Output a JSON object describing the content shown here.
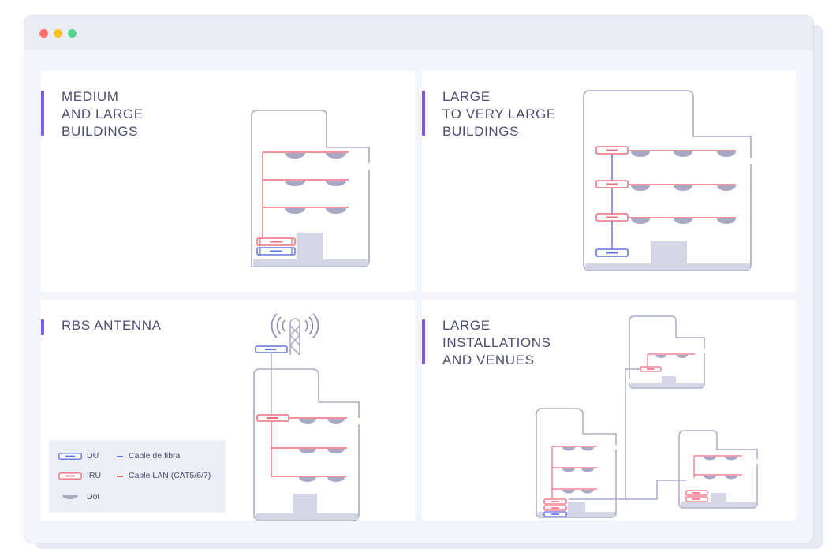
{
  "window": {
    "traffic_lights": [
      "#fe6e6e",
      "#fdc02a",
      "#55d58d"
    ]
  },
  "colors": {
    "accent": "#7b5ce6",
    "du_blue": "#5e72e4",
    "iru_red": "#f26b7d",
    "building_gray": "#a9acc8",
    "dot_gray": "#a7a9c4",
    "floor_fill": "#d4d6e6"
  },
  "panels": {
    "medium": {
      "title": "MEDIUM\nAND LARGE\nBUILDINGS"
    },
    "large": {
      "title": "LARGE\nTO VERY LARGE\nBUILDINGS"
    },
    "rbs": {
      "title": "RBS ANTENNA"
    },
    "venues": {
      "title": "LARGE\nINSTALLATIONS\nAND VENUES"
    }
  },
  "legend": {
    "du": "DU",
    "iru": "IRU",
    "dot": "Dot",
    "fiber": "Cable de fibra",
    "lan": "Cable LAN (CAT5/6/7)"
  },
  "icons": [
    "du-unit-icon",
    "iru-unit-icon",
    "dot-antenna-icon",
    "rbs-tower-icon",
    "signal-waves-icon"
  ]
}
